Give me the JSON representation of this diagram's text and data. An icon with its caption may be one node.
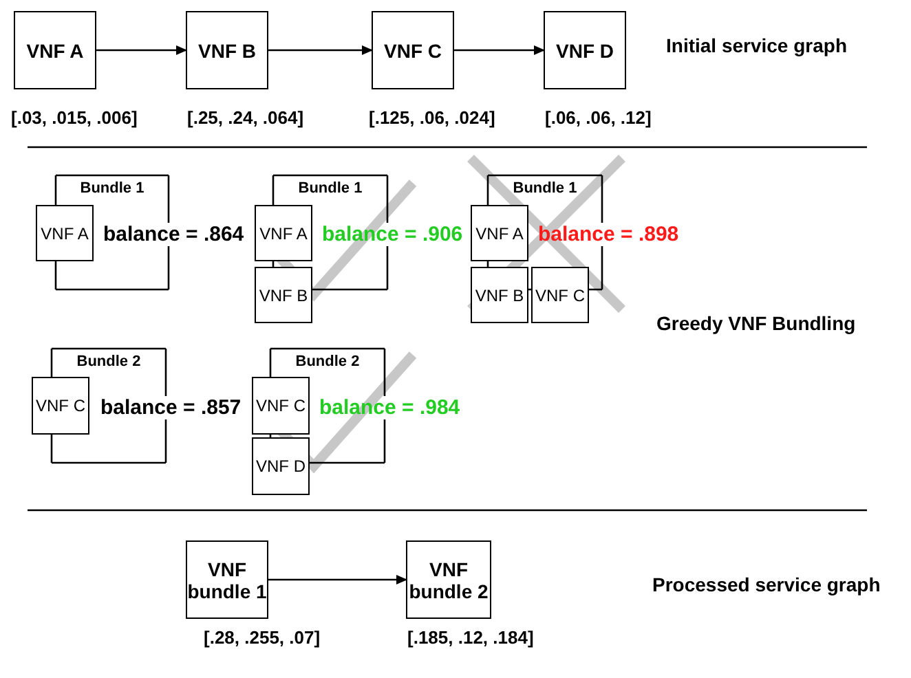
{
  "diagram": {
    "nodes": [
      {
        "text": [
          "VNF A"
        ],
        "beside": [
          "[.03, .015, .006]"
        ]
      },
      {
        "text": [
          "VNF B"
        ],
        "beside": [
          "[.25, .24, .064]"
        ]
      },
      {
        "text": [
          "VNF C"
        ],
        "beside": [
          "[.125, .06, .024]"
        ]
      },
      {
        "text": [
          "VNF D"
        ],
        "beside": [
          "[.06, .06, .12]"
        ]
      },
      {
        "text": [
          "Bundle 1"
        ]
      },
      {
        "text": [
          "VNF A"
        ]
      },
      {
        "text": [
          "Bundle 1"
        ]
      },
      {
        "text": [
          "VNF A"
        ]
      },
      {
        "text": [
          "VNF B"
        ]
      },
      {
        "text": [
          "Bundle 1"
        ]
      },
      {
        "text": [
          "VNF A"
        ]
      },
      {
        "text": [
          "VNF B"
        ]
      },
      {
        "text": [
          "VNF C"
        ]
      },
      {
        "text": [
          "Bundle 2"
        ]
      },
      {
        "text": [
          "VNF C"
        ]
      },
      {
        "text": [
          "Bundle 2"
        ]
      },
      {
        "text": [
          "VNF C"
        ]
      },
      {
        "text": [
          "VNF D"
        ]
      },
      {
        "text": [
          "VNF bundle 1"
        ],
        "beside": [
          "[.28, .255, .07]"
        ]
      },
      {
        "text": [
          "VNF bundle 2"
        ],
        "beside": [
          "[.185, .12, .184]"
        ]
      }
    ],
    "edges": [
      {
        "from": 0,
        "to": 1,
        "arrow": "to"
      },
      {
        "from": 1,
        "to": 2,
        "arrow": "to"
      },
      {
        "from": 2,
        "to": 3,
        "arrow": "to"
      },
      {
        "from": 18,
        "to": 19,
        "arrow": "to"
      }
    ],
    "labels": [
      "Initial service graph",
      "balance = .864",
      "balance = .906",
      "balance = .898",
      "Greedy VNF Bundling",
      "balance = .857",
      "balance = .984",
      "Processed service graph"
    ]
  }
}
